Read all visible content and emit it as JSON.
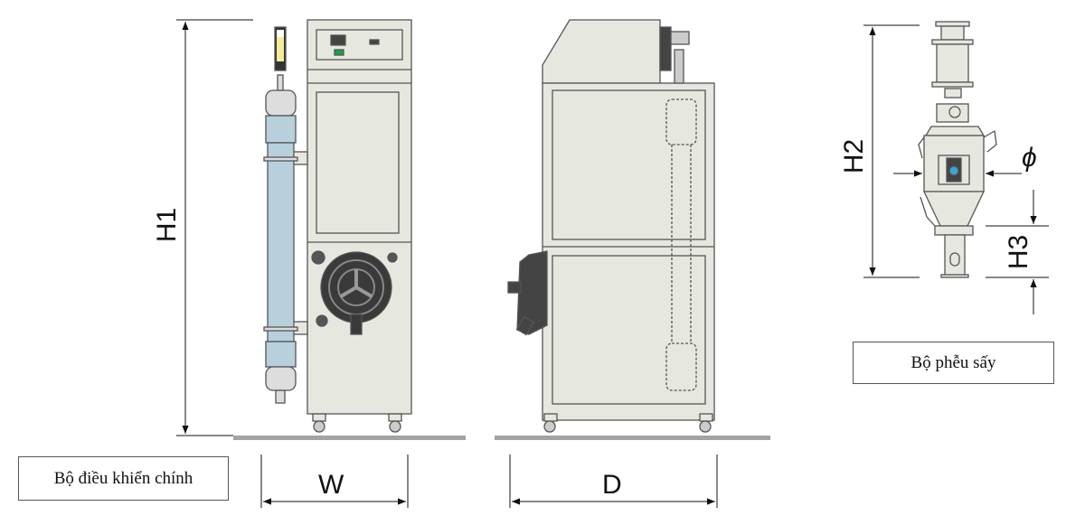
{
  "labels": {
    "main_controller": "Bộ điều khiển chính",
    "dryer_hopper": "Bộ phễu sấy"
  },
  "dimensions": {
    "h1": "H1",
    "w": "W",
    "d": "D",
    "h2": "H2",
    "phi": "ϕ",
    "h3": "H3"
  },
  "colors": {
    "cabinet": "#e6e8e0",
    "stroke": "#555555",
    "filter_blue": "#b8d0dc",
    "ground": "#a3a3a3",
    "dark": "#444444",
    "display_green": "#1aa04a",
    "flow_yellow": "#f5ec96",
    "sight_blue": "#3aa6d6"
  }
}
